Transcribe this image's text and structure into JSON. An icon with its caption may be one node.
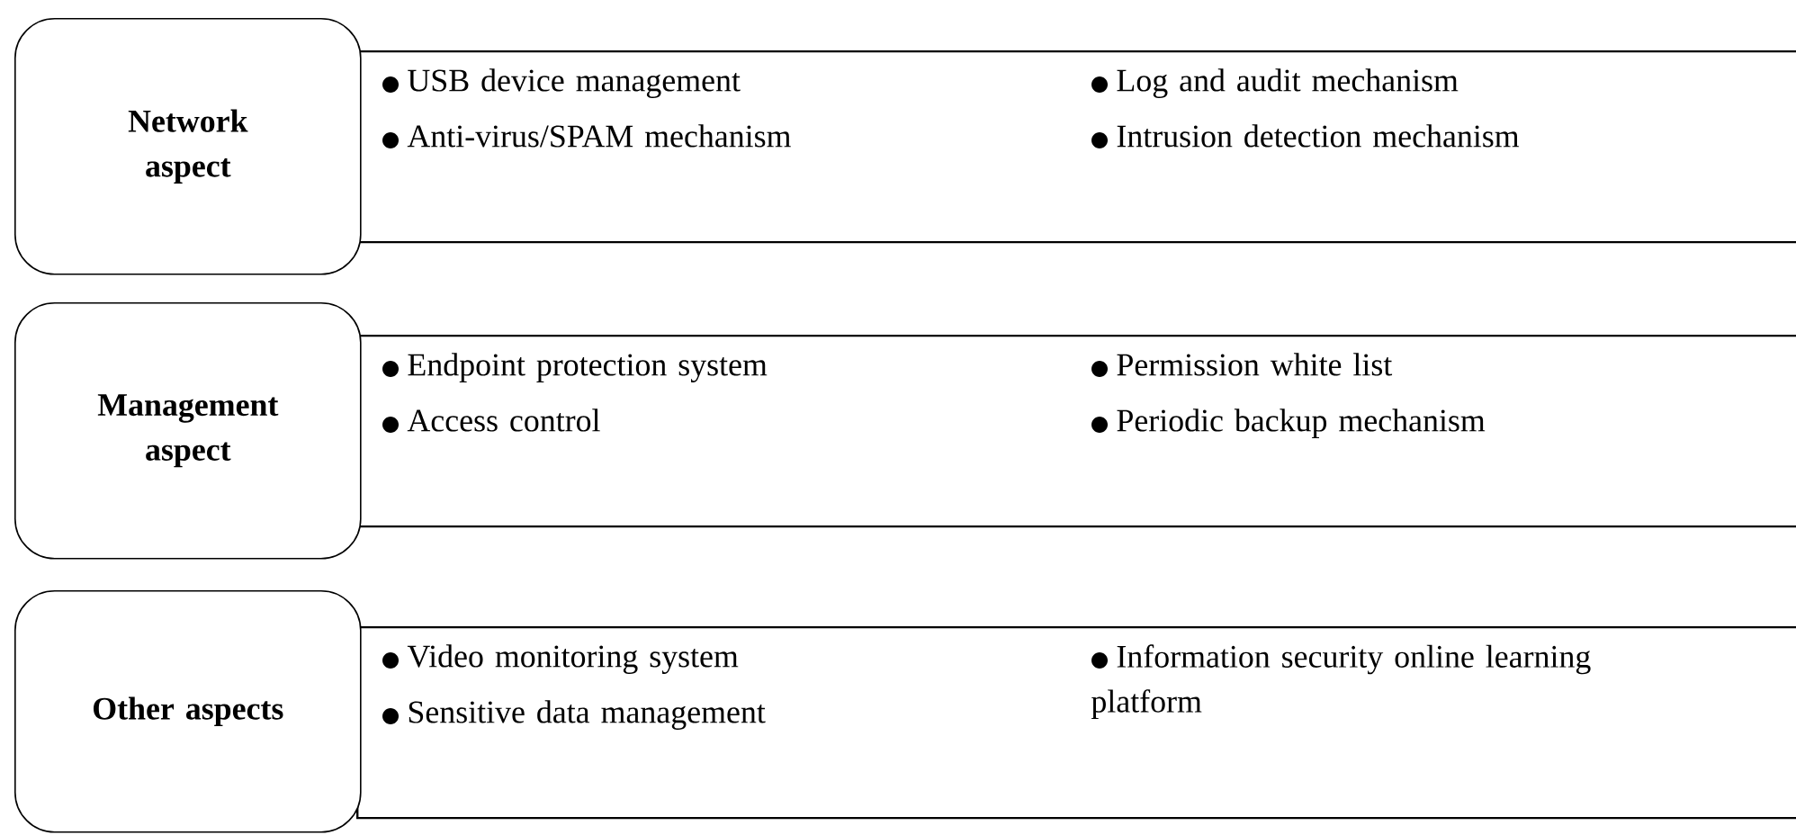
{
  "diagram": {
    "nodes": [
      {
        "text": [
          "Network aspect"
        ]
      },
      {
        "text": [
          "USB device management",
          "Anti-virus/SPAM mechanism",
          "Log and audit mechanism",
          "Intrusion detection mechanism"
        ]
      },
      {
        "text": [
          "Management aspect"
        ]
      },
      {
        "text": [
          "Endpoint protection system",
          "Access control",
          "Permission white list",
          "Periodic backup mechanism"
        ]
      },
      {
        "text": [
          "Other aspects"
        ]
      },
      {
        "text": [
          "Video monitoring system",
          "Sensitive data management",
          "Information security online learning platform"
        ]
      }
    ]
  }
}
